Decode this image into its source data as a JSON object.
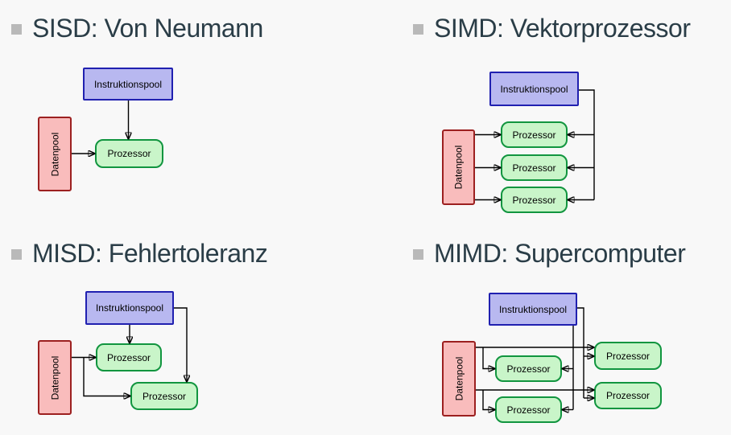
{
  "colors": {
    "background": "#f8f8f8",
    "title_text": "#2a3d47",
    "bullet": "#b9b9b9",
    "instruction_pool_fill": "#b8b8f0",
    "instruction_pool_border": "#2020b0",
    "data_pool_fill": "#f9bcbc",
    "data_pool_border": "#9c2020",
    "processor_fill": "#c9f5c9",
    "processor_border": "#11953f",
    "connector": "#000000"
  },
  "panels": [
    {
      "id": "sisd",
      "title": "SISD: Von Neumann",
      "labels": {
        "instruction_pool": "Instruktionspool",
        "data_pool": "Datenpool",
        "processor": "Prozessor"
      },
      "processor_count": 1
    },
    {
      "id": "simd",
      "title": "SIMD: Vektorprozessor",
      "labels": {
        "instruction_pool": "Instruktionspool",
        "data_pool": "Datenpool",
        "processor": "Prozessor"
      },
      "processor_count": 3
    },
    {
      "id": "misd",
      "title": "MISD: Fehlertoleranz",
      "labels": {
        "instruction_pool": "Instruktionspool",
        "data_pool": "Datenpool",
        "processor": "Prozessor"
      },
      "processor_count": 2
    },
    {
      "id": "mimd",
      "title": "MIMD: Supercomputer",
      "labels": {
        "instruction_pool": "Instruktionspool",
        "data_pool": "Datenpool",
        "processor": "Prozessor"
      },
      "processor_count": 4
    }
  ]
}
